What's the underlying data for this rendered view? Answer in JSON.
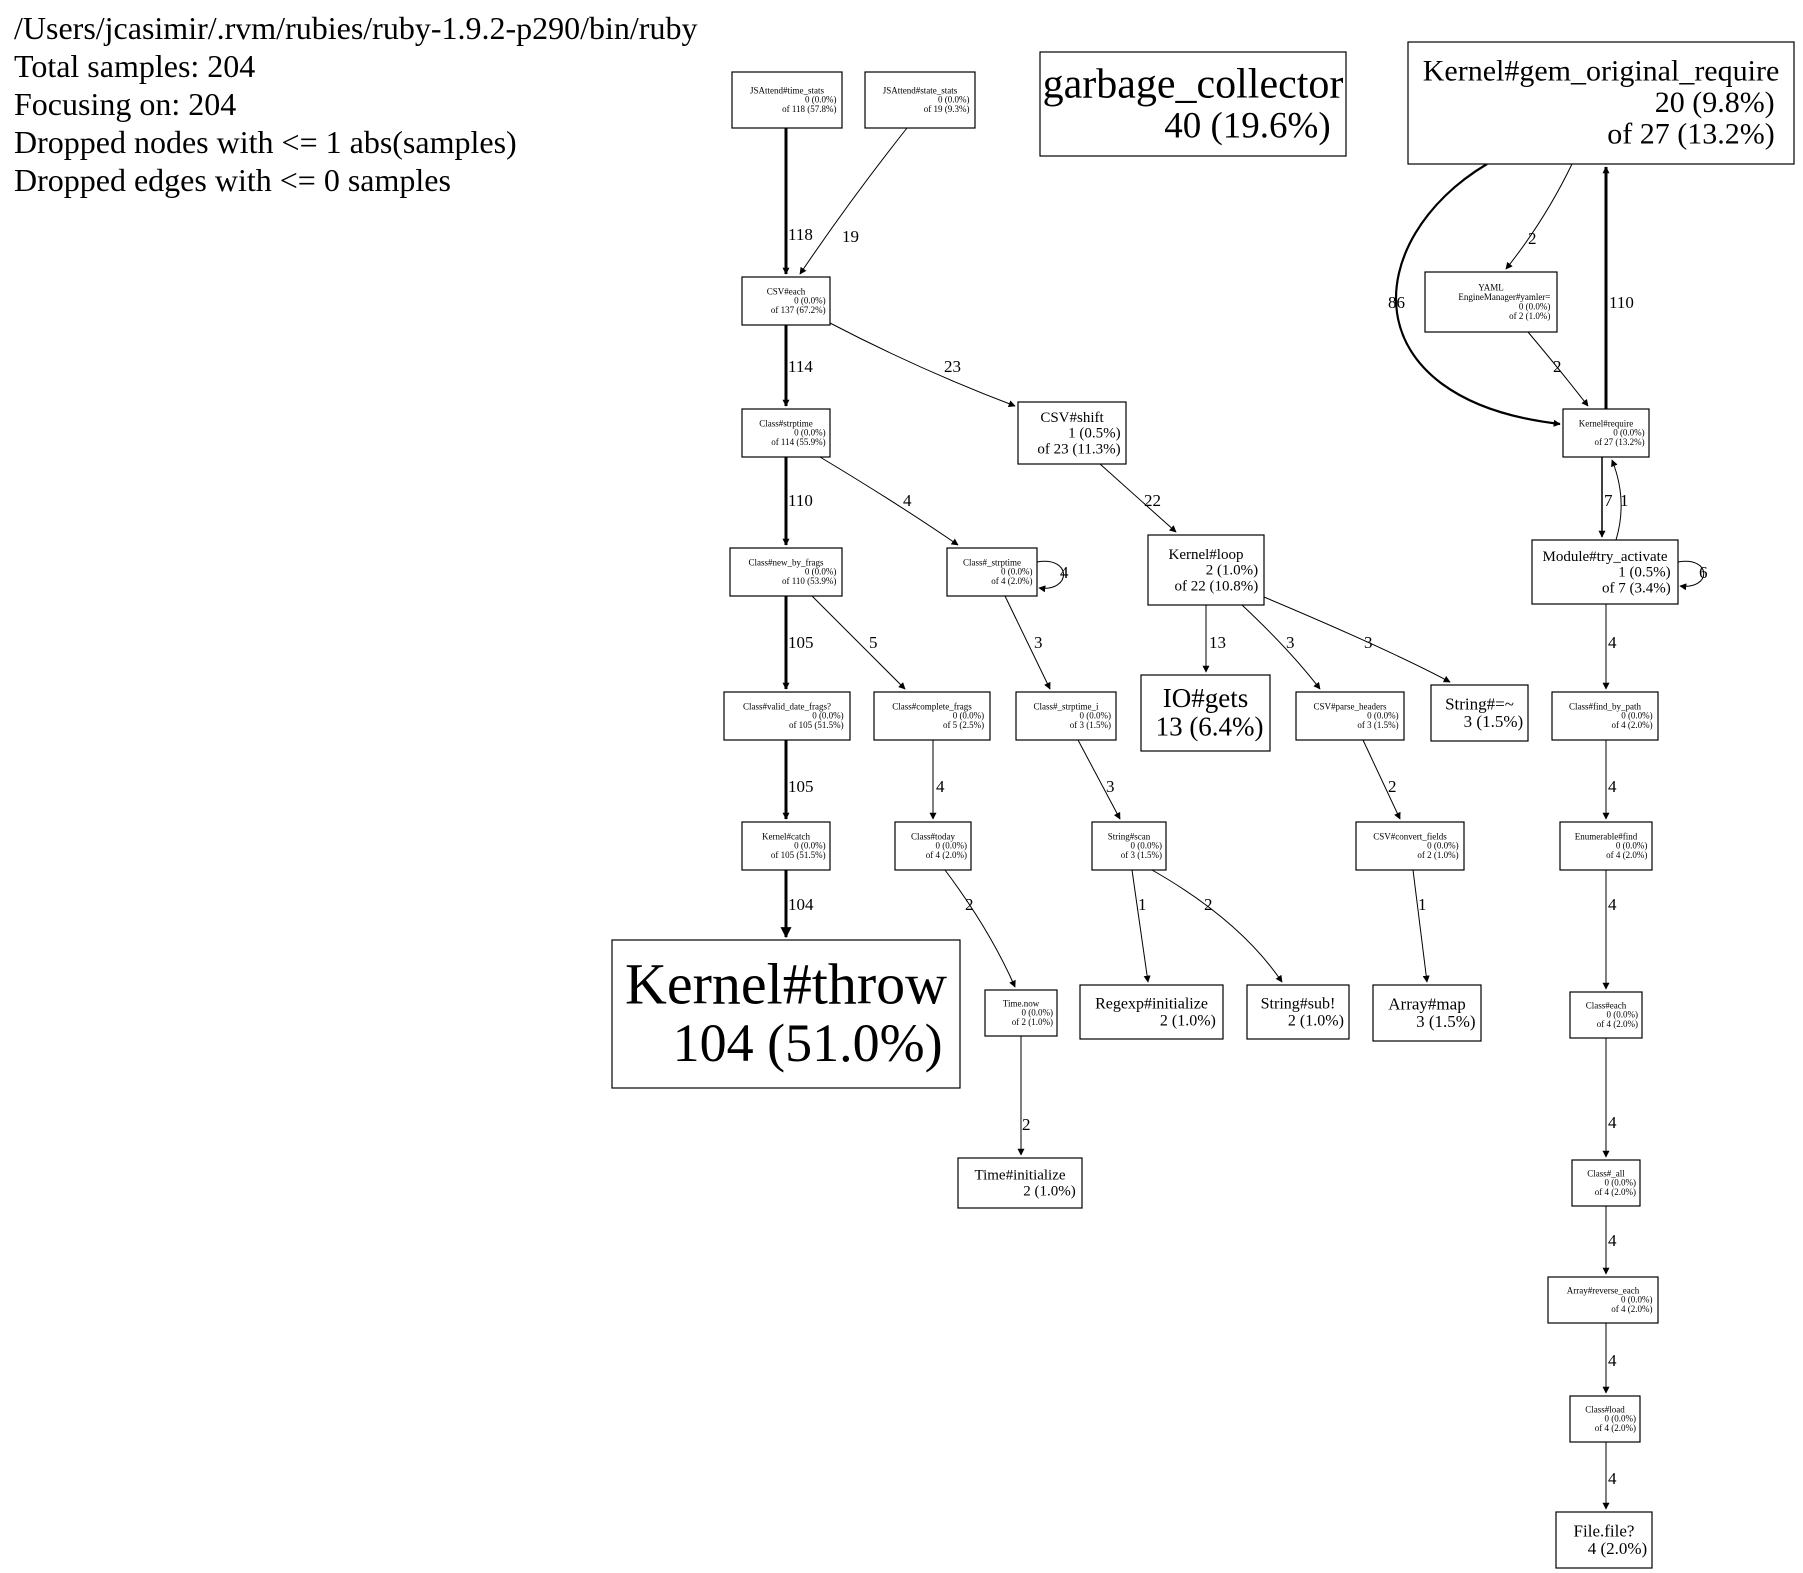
{
  "header": {
    "lines": [
      "/Users/jcasimir/.rvm/rubies/ruby-1.9.2-p290/bin/ruby",
      "Total samples: 204",
      "Focusing on: 204",
      "Dropped nodes with <= 1 abs(samples)",
      "Dropped edges with <= 0 samples"
    ]
  },
  "nodes": {
    "n_time_stats": {
      "lines": [
        "JSAttend#time_stats",
        "0 (0.0%)",
        "of 118 (57.8%)"
      ]
    },
    "n_state_stats": {
      "lines": [
        "JSAttend#state_stats",
        "0 (0.0%)",
        "of 19 (9.3%)"
      ]
    },
    "n_gc": {
      "lines": [
        "garbage_collector",
        "40 (19.6%)"
      ]
    },
    "n_gem_req": {
      "lines": [
        "Kernel#gem_original_require",
        "20 (9.8%)",
        "of 27 (13.2%)"
      ]
    },
    "n_csv_each": {
      "lines": [
        "CSV#each",
        "0 (0.0%)",
        "of 137 (67.2%)"
      ]
    },
    "n_yaml": {
      "lines": [
        "YAML",
        "EngineManager#yamler=",
        "0 (0.0%)",
        "of 2 (1.0%)"
      ]
    },
    "n_strptime": {
      "lines": [
        "Class#strptime",
        "0 (0.0%)",
        "of 114 (55.9%)"
      ]
    },
    "n_csv_shift": {
      "lines": [
        "CSV#shift",
        "1 (0.5%)",
        "of 23 (11.3%)"
      ]
    },
    "n_k_require": {
      "lines": [
        "Kernel#require",
        "0 (0.0%)",
        "of 27 (13.2%)"
      ]
    },
    "n_new_by_frags": {
      "lines": [
        "Class#new_by_frags",
        "0 (0.0%)",
        "of 110 (53.9%)"
      ]
    },
    "n_strptime2": {
      "lines": [
        "Class#_strptime",
        "0 (0.0%)",
        "of 4 (2.0%)"
      ]
    },
    "n_k_loop": {
      "lines": [
        "Kernel#loop",
        "2 (1.0%)",
        "of 22 (10.8%)"
      ]
    },
    "n_try_activate": {
      "lines": [
        "Module#try_activate",
        "1 (0.5%)",
        "of 7 (3.4%)"
      ]
    },
    "n_valid_date": {
      "lines": [
        "Class#valid_date_frags?",
        "0 (0.0%)",
        "of 105 (51.5%)"
      ]
    },
    "n_complete_frags": {
      "lines": [
        "Class#complete_frags",
        "0 (0.0%)",
        "of 5 (2.5%)"
      ]
    },
    "n_strptime_i": {
      "lines": [
        "Class#_strptime_i",
        "0 (0.0%)",
        "of 3 (1.5%)"
      ]
    },
    "n_io_gets": {
      "lines": [
        "IO#gets",
        "13 (6.4%)"
      ]
    },
    "n_parse_headers": {
      "lines": [
        "CSV#parse_headers",
        "0 (0.0%)",
        "of 3 (1.5%)"
      ]
    },
    "n_str_match": {
      "lines": [
        "String#=~",
        "3 (1.5%)"
      ]
    },
    "n_find_by_path": {
      "lines": [
        "Class#find_by_path",
        "0 (0.0%)",
        "of 4 (2.0%)"
      ]
    },
    "n_k_catch": {
      "lines": [
        "Kernel#catch",
        "0 (0.0%)",
        "of 105 (51.5%)"
      ]
    },
    "n_today": {
      "lines": [
        "Class#today",
        "0 (0.0%)",
        "of 4 (2.0%)"
      ]
    },
    "n_str_scan": {
      "lines": [
        "String#scan",
        "0 (0.0%)",
        "of 3 (1.5%)"
      ]
    },
    "n_convert_fields": {
      "lines": [
        "CSV#convert_fields",
        "0 (0.0%)",
        "of 2 (1.0%)"
      ]
    },
    "n_enum_find": {
      "lines": [
        "Enumerable#find",
        "0 (0.0%)",
        "of 4 (2.0%)"
      ]
    },
    "n_k_throw": {
      "lines": [
        "Kernel#throw",
        "104 (51.0%)"
      ]
    },
    "n_time_now": {
      "lines": [
        "Time.now",
        "0 (0.0%)",
        "of 2 (1.0%)"
      ]
    },
    "n_regexp_init": {
      "lines": [
        "Regexp#initialize",
        "2 (1.0%)"
      ]
    },
    "n_str_sub": {
      "lines": [
        "String#sub!",
        "2 (1.0%)"
      ]
    },
    "n_array_map": {
      "lines": [
        "Array#map",
        "3 (1.5%)"
      ]
    },
    "n_class_each": {
      "lines": [
        "Class#each",
        "0 (0.0%)",
        "of 4 (2.0%)"
      ]
    },
    "n_time_init": {
      "lines": [
        "Time#initialize",
        "2 (1.0%)"
      ]
    },
    "n_class_all": {
      "lines": [
        "Class#_all",
        "0 (0.0%)",
        "of 4 (2.0%)"
      ]
    },
    "n_reverse_each": {
      "lines": [
        "Array#reverse_each",
        "0 (0.0%)",
        "of 4 (2.0%)"
      ]
    },
    "n_class_load": {
      "lines": [
        "Class#load",
        "0 (0.0%)",
        "of 4 (2.0%)"
      ]
    },
    "n_file_file": {
      "lines": [
        "File.file?",
        "4 (2.0%)"
      ]
    }
  },
  "edges": [
    {
      "from": "n_time_stats",
      "to": "n_csv_each",
      "label": "118"
    },
    {
      "from": "n_state_stats",
      "to": "n_csv_each",
      "label": "19"
    },
    {
      "from": "n_csv_each",
      "to": "n_strptime",
      "label": "114"
    },
    {
      "from": "n_csv_each",
      "to": "n_csv_shift",
      "label": "23"
    },
    {
      "from": "n_strptime",
      "to": "n_new_by_frags",
      "label": "110"
    },
    {
      "from": "n_strptime",
      "to": "n_strptime2",
      "label": "4"
    },
    {
      "from": "n_strptime2",
      "to": "n_strptime2",
      "label": "4"
    },
    {
      "from": "n_csv_shift",
      "to": "n_k_loop",
      "label": "22"
    },
    {
      "from": "n_new_by_frags",
      "to": "n_valid_date",
      "label": "105"
    },
    {
      "from": "n_new_by_frags",
      "to": "n_complete_frags",
      "label": "5"
    },
    {
      "from": "n_strptime2",
      "to": "n_strptime_i",
      "label": "3"
    },
    {
      "from": "n_k_loop",
      "to": "n_io_gets",
      "label": "13"
    },
    {
      "from": "n_k_loop",
      "to": "n_parse_headers",
      "label": "3"
    },
    {
      "from": "n_k_loop",
      "to": "n_str_match",
      "label": "3"
    },
    {
      "from": "n_valid_date",
      "to": "n_k_catch",
      "label": "105"
    },
    {
      "from": "n_complete_frags",
      "to": "n_today",
      "label": "4"
    },
    {
      "from": "n_strptime_i",
      "to": "n_str_scan",
      "label": "3"
    },
    {
      "from": "n_parse_headers",
      "to": "n_convert_fields",
      "label": "2"
    },
    {
      "from": "n_k_catch",
      "to": "n_k_throw",
      "label": "104"
    },
    {
      "from": "n_today",
      "to": "n_time_now",
      "label": "2"
    },
    {
      "from": "n_str_scan",
      "to": "n_regexp_init",
      "label": "1"
    },
    {
      "from": "n_str_scan",
      "to": "n_str_sub",
      "label": "2"
    },
    {
      "from": "n_convert_fields",
      "to": "n_array_map",
      "label": "1"
    },
    {
      "from": "n_time_now",
      "to": "n_time_init",
      "label": "2"
    },
    {
      "from": "n_gem_req",
      "to": "n_yaml",
      "label": "2"
    },
    {
      "from": "n_gem_req",
      "to": "n_k_require",
      "label": "86"
    },
    {
      "from": "n_yaml",
      "to": "n_k_require",
      "label": "2"
    },
    {
      "from": "n_k_require",
      "to": "n_gem_req",
      "label": "110"
    },
    {
      "from": "n_k_require",
      "to": "n_try_activate",
      "label": "7"
    },
    {
      "from": "n_try_activate",
      "to": "n_k_require",
      "label": "1"
    },
    {
      "from": "n_try_activate",
      "to": "n_try_activate",
      "label": "6"
    },
    {
      "from": "n_try_activate",
      "to": "n_find_by_path",
      "label": "4"
    },
    {
      "from": "n_find_by_path",
      "to": "n_enum_find",
      "label": "4"
    },
    {
      "from": "n_enum_find",
      "to": "n_class_each",
      "label": "4"
    },
    {
      "from": "n_class_each",
      "to": "n_class_all",
      "label": "4"
    },
    {
      "from": "n_class_all",
      "to": "n_reverse_each",
      "label": "4"
    },
    {
      "from": "n_reverse_each",
      "to": "n_class_load",
      "label": "4"
    },
    {
      "from": "n_class_load",
      "to": "n_file_file",
      "label": "4"
    }
  ]
}
